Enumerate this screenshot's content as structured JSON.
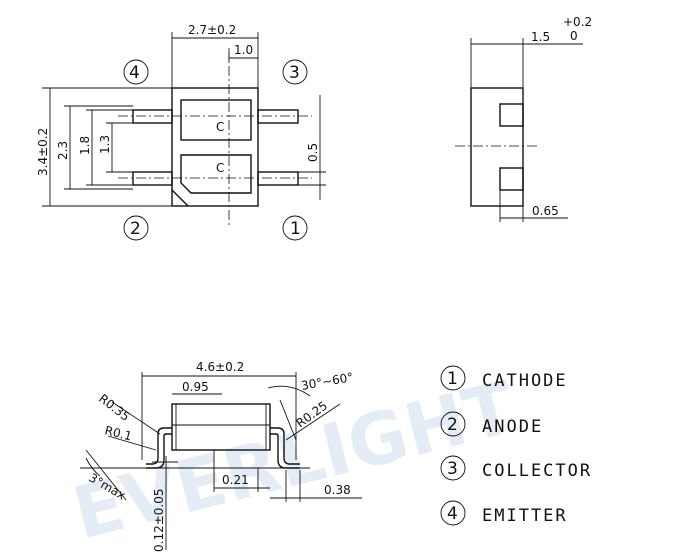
{
  "top_view": {
    "dims": {
      "width": "2.7±0.2",
      "pitch": "1.0",
      "height": "3.4±0.2",
      "h2": "2.3",
      "h3": "1.8",
      "h4": "1.3",
      "lead": "0.5"
    },
    "pin_labels": [
      "④",
      "③",
      "②",
      "①"
    ],
    "center_mark": "C"
  },
  "side_view": {
    "dims": {
      "thickness": "1.5",
      "tol_upper": "+0.2",
      "tol_lower": "0",
      "lead_w": "0.65"
    }
  },
  "profile_view": {
    "dims": {
      "length": "4.6±0.2",
      "body": "0.95",
      "r1": "R0.35",
      "r2": "R0.1",
      "r3": "R0.25",
      "angle": "30°~60°",
      "draft": "3°max",
      "foot": "0.21",
      "standoff": "0.12±0.05",
      "tip": "0.38"
    }
  },
  "legend": [
    {
      "num": "①",
      "name": "CATHODE"
    },
    {
      "num": "②",
      "name": "ANODE"
    },
    {
      "num": "③",
      "name": "COLLECTOR"
    },
    {
      "num": "④",
      "name": "EMITTER"
    }
  ],
  "watermark": "EVERLIGHT"
}
